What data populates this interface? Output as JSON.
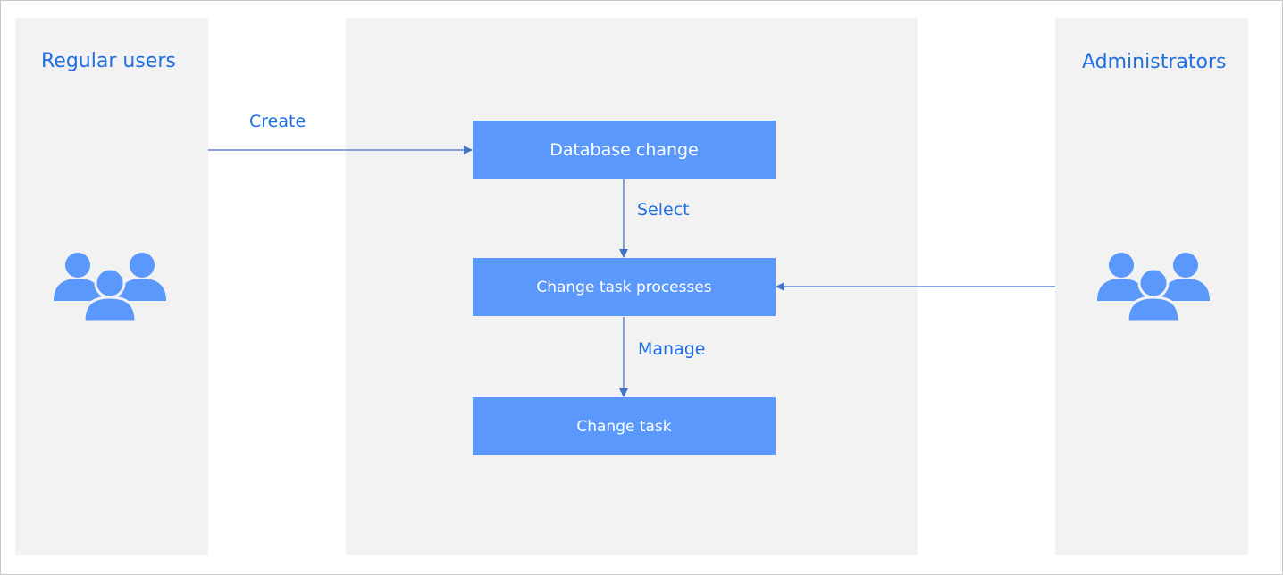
{
  "lanes": {
    "left_title": "Regular users",
    "right_title": "Administrators"
  },
  "nodes": {
    "database_change": "Database change",
    "change_task_processes": "Change task processes",
    "change_task": "Change task"
  },
  "edges": {
    "create": "Create",
    "select": "Select",
    "manage": "Manage"
  },
  "colors": {
    "accent_text": "#1f6fe0",
    "node_fill": "#5b98fb",
    "lane_fill": "#f2f2f2",
    "arrow": "#4472c4",
    "icon": "#5b98fb"
  },
  "icons": {
    "users_left": "users-group-icon",
    "users_right": "users-group-icon"
  }
}
